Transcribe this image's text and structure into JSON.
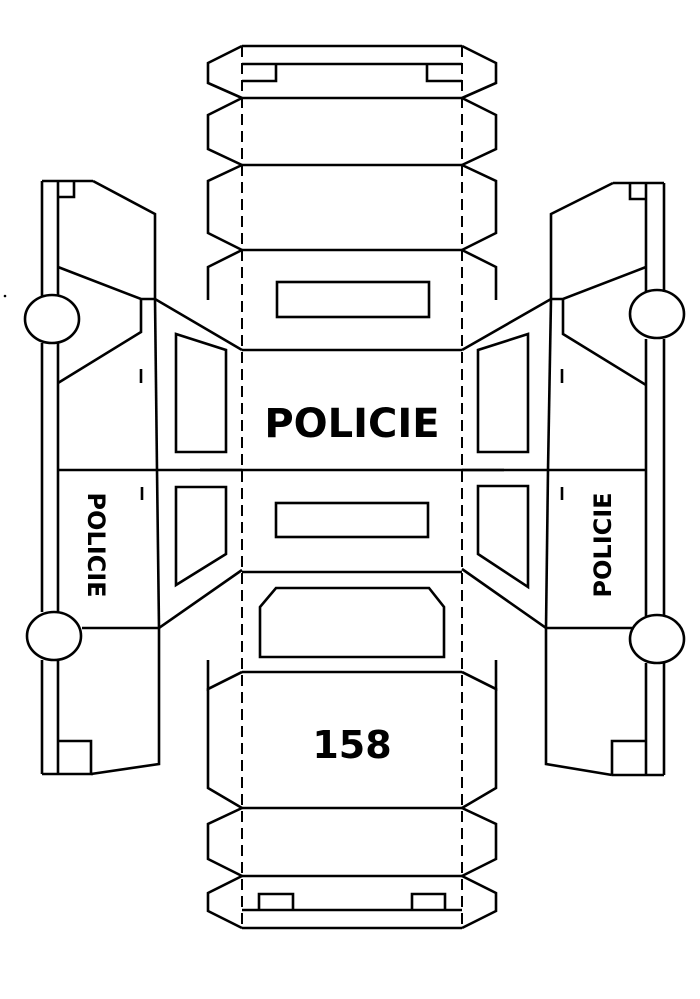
{
  "template": {
    "subject": "police car paper craft cutout",
    "roof_label": "POLICIE",
    "rear_number": "158",
    "left_side_label": "POLICIE",
    "right_side_label": "POLICIE"
  },
  "colors": {
    "line": "#000000",
    "background": "#ffffff"
  },
  "icons": {
    "wheel": "circle",
    "fold_line": "dashed"
  }
}
